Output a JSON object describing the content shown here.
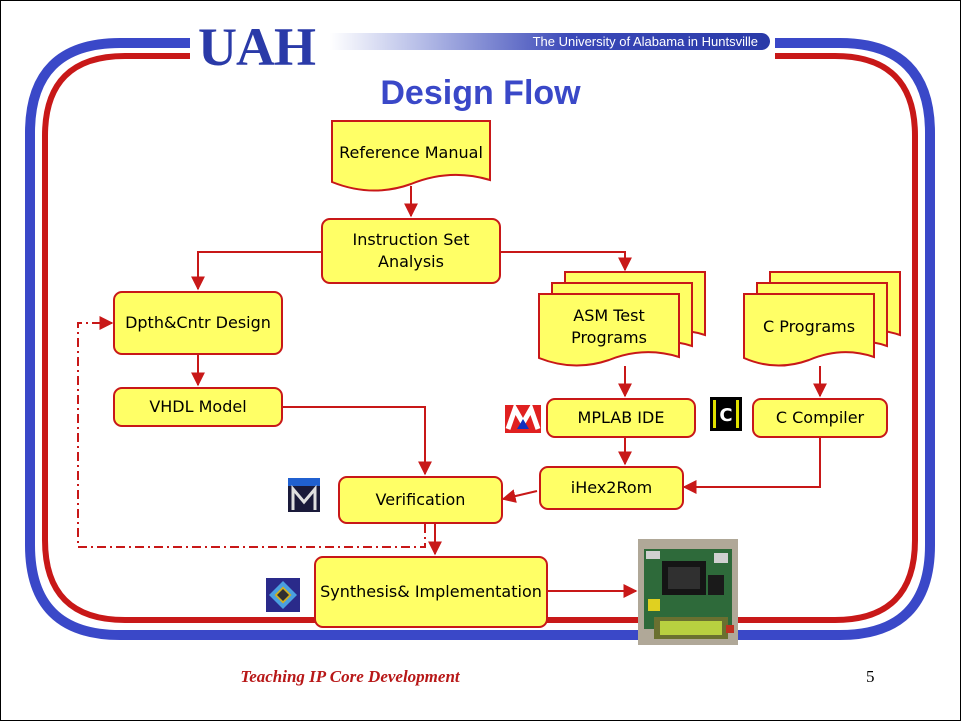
{
  "header": {
    "logo": "UAH",
    "banner": "The University of Alabama in Huntsville"
  },
  "title": "Design Flow",
  "nodes": {
    "reference_manual": "Reference Manual",
    "instruction_set": "Instruction Set Analysis",
    "datapath": "Dpth&Cntr Design",
    "asm_tests": "ASM Test Programs",
    "c_programs": "C Programs",
    "vhdl_model": "VHDL Model",
    "mplab": "MPLAB IDE",
    "c_compiler": "C Compiler",
    "ihex2rom": "iHex2Rom",
    "verification": "Verification",
    "synthesis": "Synthesis& Implementation"
  },
  "icons": [
    "microchip-icon",
    "c-compiler-icon",
    "modelsim-icon",
    "xilinx-ise-icon",
    "fpga-board-photo"
  ],
  "colors": {
    "border_red": "#c81818",
    "border_blue": "#3a48c8",
    "box_fill": "#ffff66"
  },
  "footer": {
    "text": "Teaching IP Core Development",
    "page": "5"
  }
}
